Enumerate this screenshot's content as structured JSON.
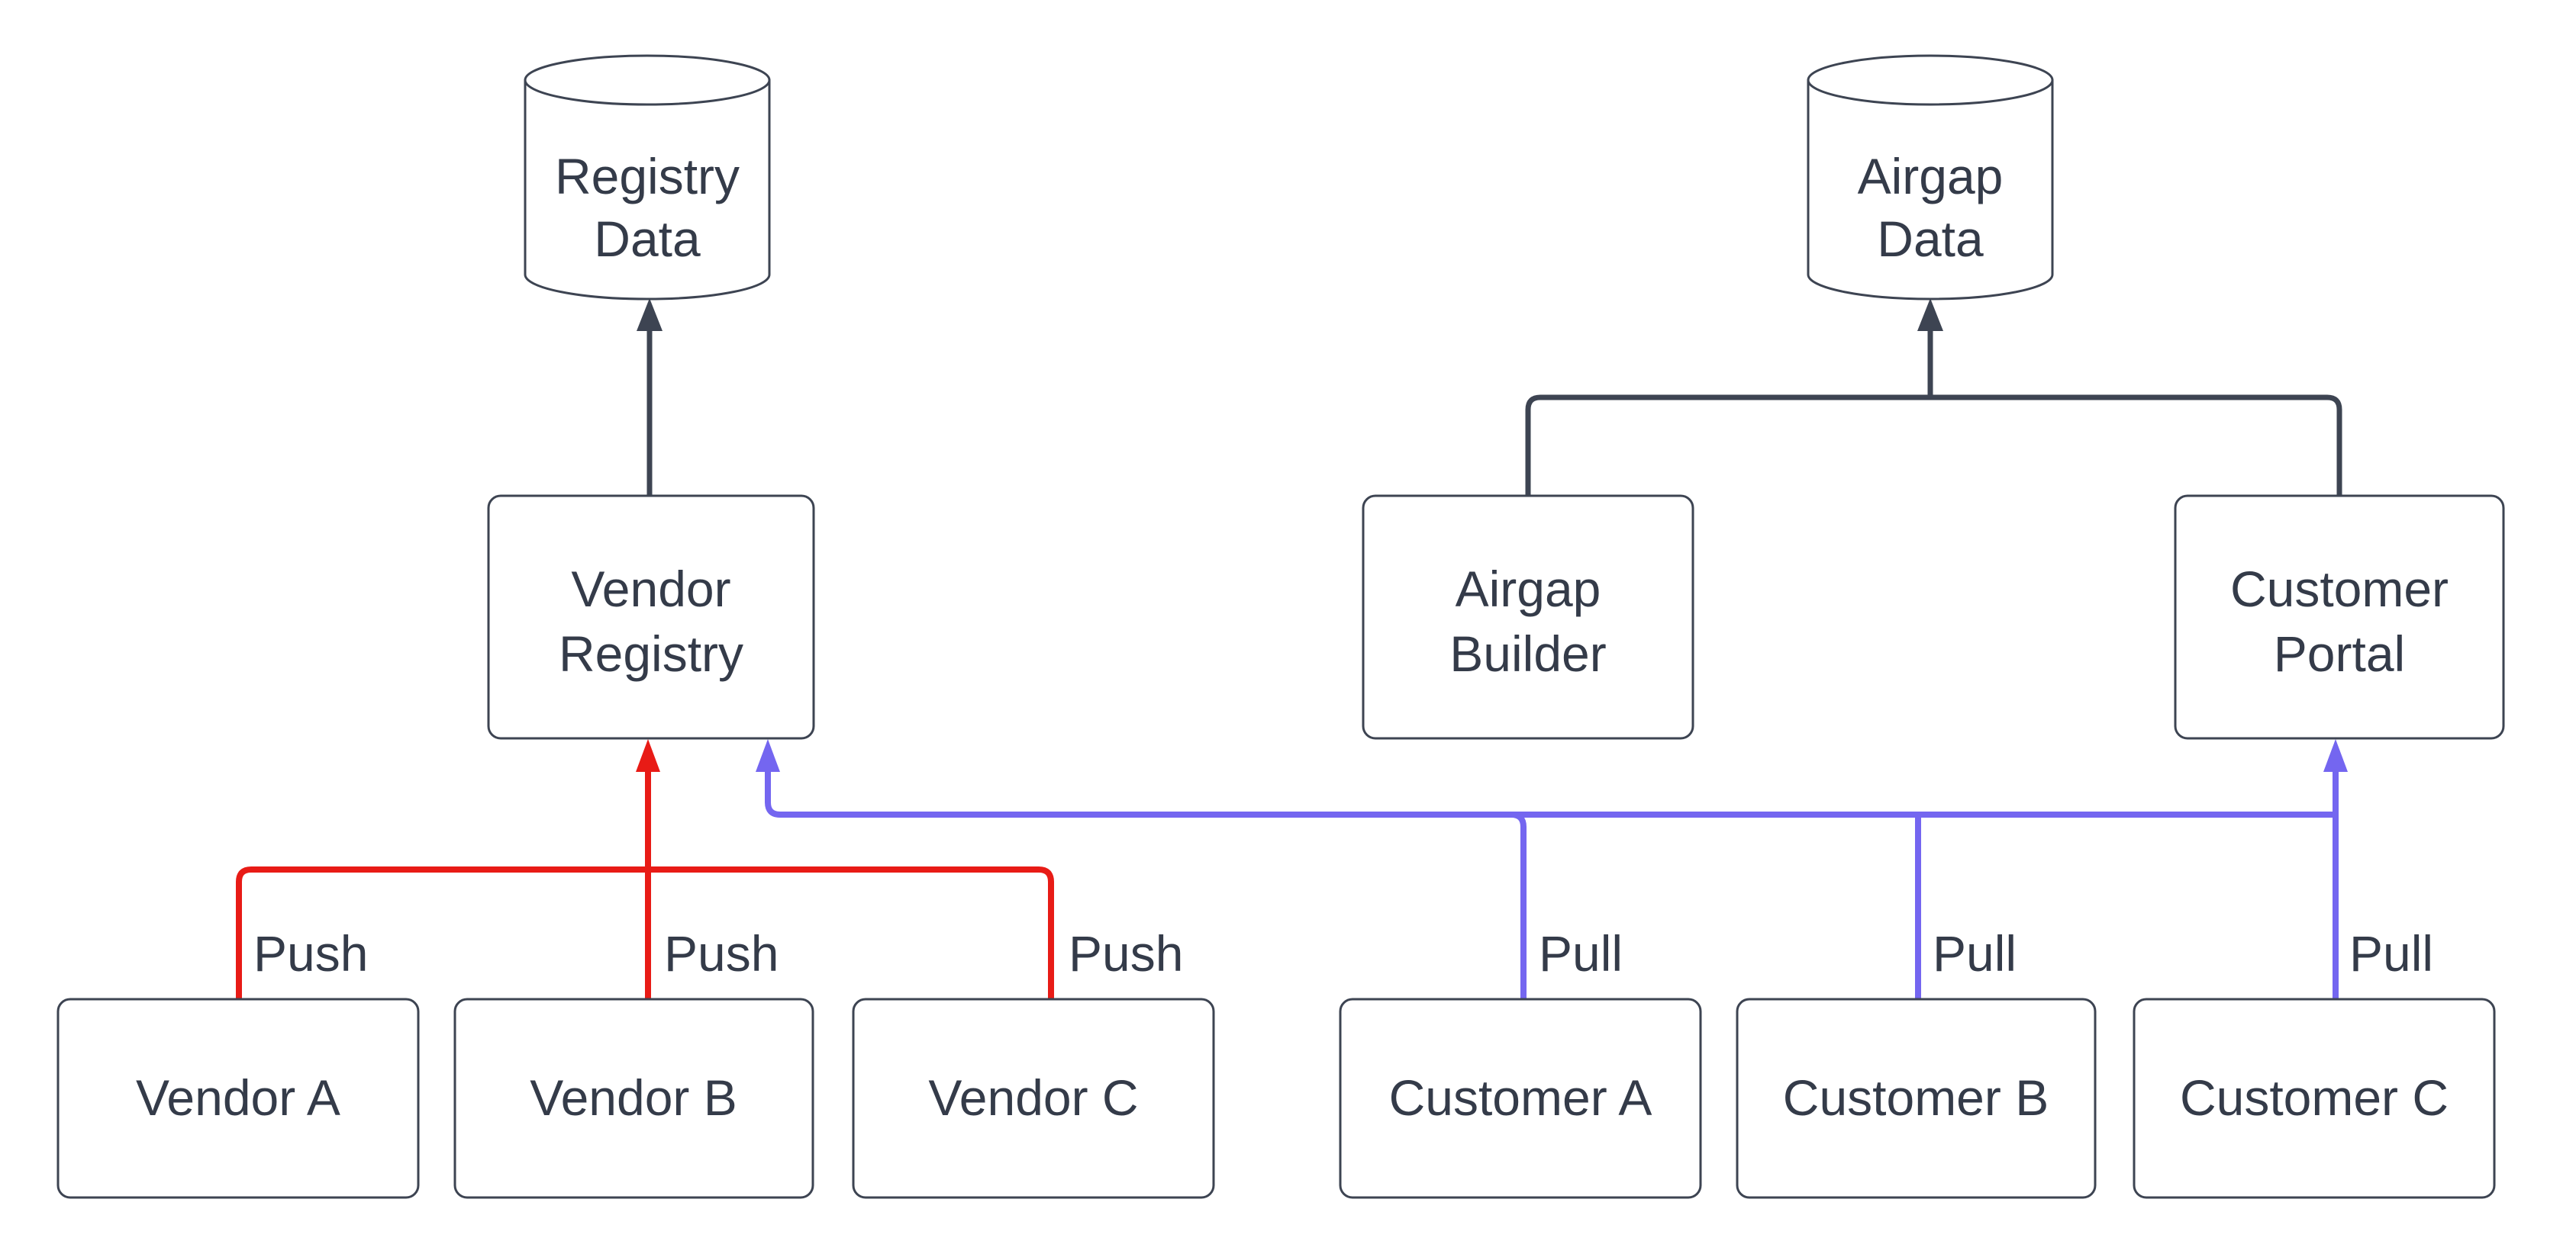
{
  "diagram": {
    "type": "flowchart",
    "background": "#ffffff",
    "nodes": {
      "registry_data": {
        "shape": "cylinder",
        "lines": [
          "Registry",
          "Data"
        ]
      },
      "airgap_data": {
        "shape": "cylinder",
        "lines": [
          "Airgap",
          "Data"
        ]
      },
      "vendor_registry": {
        "shape": "rounded-rect",
        "lines": [
          "Vendor",
          "Registry"
        ]
      },
      "airgap_builder": {
        "shape": "rounded-rect",
        "lines": [
          "Airgap",
          "Builder"
        ]
      },
      "customer_portal": {
        "shape": "rounded-rect",
        "lines": [
          "Customer",
          "Portal"
        ]
      },
      "vendor_a": {
        "shape": "rounded-rect",
        "label": "Vendor A"
      },
      "vendor_b": {
        "shape": "rounded-rect",
        "label": "Vendor B"
      },
      "vendor_c": {
        "shape": "rounded-rect",
        "label": "Vendor C"
      },
      "customer_a": {
        "shape": "rounded-rect",
        "label": "Customer A"
      },
      "customer_b": {
        "shape": "rounded-rect",
        "label": "Customer B"
      },
      "customer_c": {
        "shape": "rounded-rect",
        "label": "Customer C"
      }
    },
    "edges": [
      {
        "from": "vendor_registry",
        "to": "registry_data",
        "label": "",
        "color": "dark"
      },
      {
        "from": "airgap_builder",
        "to": "airgap_data",
        "label": "",
        "color": "dark"
      },
      {
        "from": "customer_portal",
        "to": "airgap_data",
        "label": "",
        "color": "dark"
      },
      {
        "from": "vendor_a",
        "to": "vendor_registry",
        "label": "Push",
        "color": "red"
      },
      {
        "from": "vendor_b",
        "to": "vendor_registry",
        "label": "Push",
        "color": "red"
      },
      {
        "from": "vendor_c",
        "to": "vendor_registry",
        "label": "Push",
        "color": "red"
      },
      {
        "from": "customer_a",
        "to": "customer_portal",
        "label": "Pull",
        "color": "blue"
      },
      {
        "from": "customer_b",
        "to": "customer_portal",
        "label": "Pull",
        "color": "blue"
      },
      {
        "from": "customer_c",
        "to": "vendor_registry",
        "label": "Pull",
        "color": "blue"
      }
    ],
    "colors": {
      "red": "#e81b16",
      "blue": "#7466f0",
      "dark": "#3d4452",
      "text": "#343b49",
      "node_fill": "#ffffff",
      "background": "#ffffff"
    }
  }
}
